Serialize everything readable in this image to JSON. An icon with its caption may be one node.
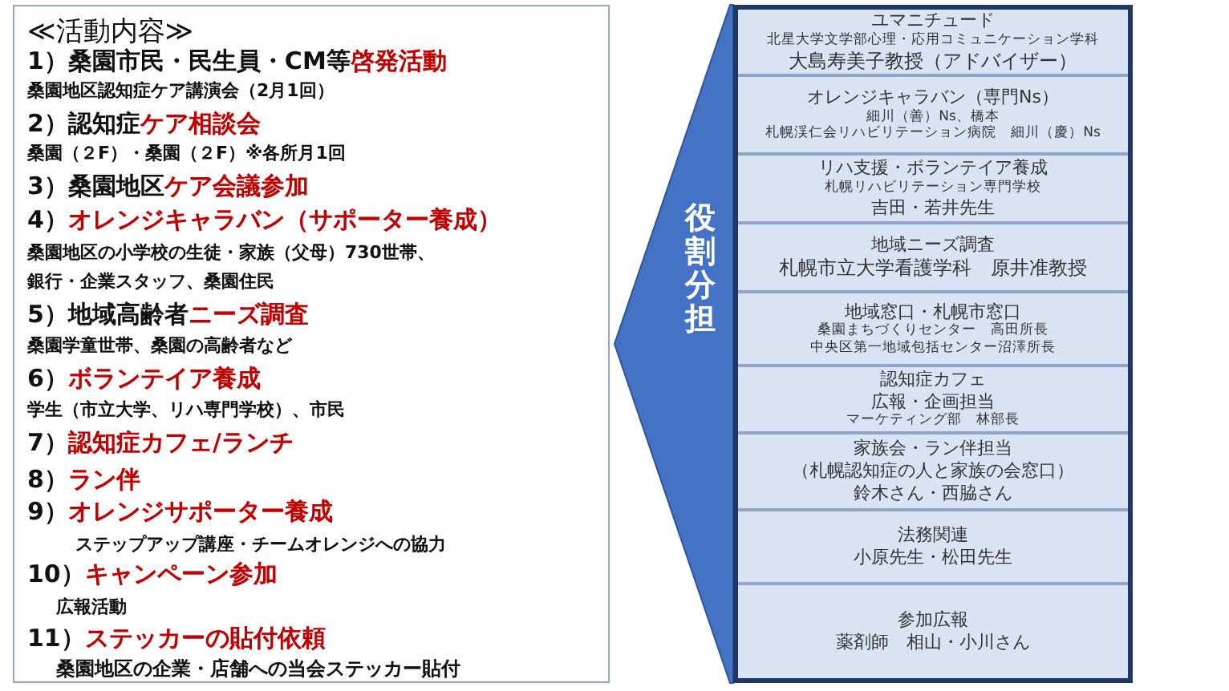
{
  "diagram": {
    "nodes": [
      {
        "text": [
          "≪活動内容≫",
          "1）桑園市民・民生員・CM等",
          "啓発活動",
          "桑園地区認知症ケア講演会（2月1回）",
          "2）認知症",
          "ケア相談会",
          "桑園（２F）・桑園（２F）※各所月1回",
          "3）桑園地区",
          "ケア会議参加",
          "4）",
          "オレンジキャラバン（サポーター養成）",
          "桑園地区の小学校の生徒・家族（父母）730世帯、",
          "銀行・企業スタッフ、桑園住民",
          "5）地域高齢者",
          "ニーズ調査",
          "桑園学童世帯、桑園の高齢者など",
          "6）",
          "ボランテイア養成",
          "学生（市立大学、リハ専門学校）、市民",
          "7）",
          "認知症カフェ/ランチ",
          "8）",
          "ラン伴",
          "9）",
          "オレンジサポーター養成",
          "ステップアップ講座・チームオレンジへの協力",
          "10）",
          "キャンペーン参加",
          "広報活動",
          "11）",
          "ステッカーの貼付依頼",
          "桑園地区の企業・店舗への当会ステッカー貼付"
        ]
      },
      {
        "text": [],
        "shape": "box"
      },
      {
        "text": [
          "ユマニチュード",
          "北星大学文学部心理・応用コミュニケーション学科",
          "大島寿美子教授（アドバイザー）"
        ],
        "in": 1
      },
      {
        "text": [
          "オレンジキャラバン（専門Ns）",
          "細川（善）Ns、橋本",
          "札幌渓仁会リハビリテーション病院　細川（慶）Ns"
        ],
        "in": 1
      },
      {
        "text": [
          "リハ支援・ボランテイア養成",
          "札幌リハビリテーション専門学校",
          "吉田・若井先生"
        ],
        "in": 1
      },
      {
        "text": [
          "地域ニーズ調査",
          "札幌市立大学看護学科　原井准教授"
        ],
        "in": 1
      },
      {
        "text": [
          "地域窓口・札幌市窓口",
          "桑園まちづくりセンター　高田所長",
          "中央区第一地域包括センター沼澤所長"
        ],
        "in": 1
      },
      {
        "text": [
          "認知症カフェ",
          "広報・企画担当",
          "マーケティング部　林部長"
        ],
        "in": 1
      },
      {
        "text": [
          "家族会・ラン伴担当",
          "（札幌認知症の人と家族の会窓口）",
          "鈴木さん・西脇さん"
        ],
        "in": 1
      },
      {
        "text": [
          "法務関連",
          "小原先生・松田先生"
        ],
        "in": 1
      },
      {
        "text": [
          "参加広報",
          "薬剤師　相山・小川さん"
        ],
        "in": 1
      }
    ],
    "edges": [
      {
        "from": 1,
        "to": 0,
        "arrow": "to",
        "label": "役割分担"
      }
    ]
  }
}
